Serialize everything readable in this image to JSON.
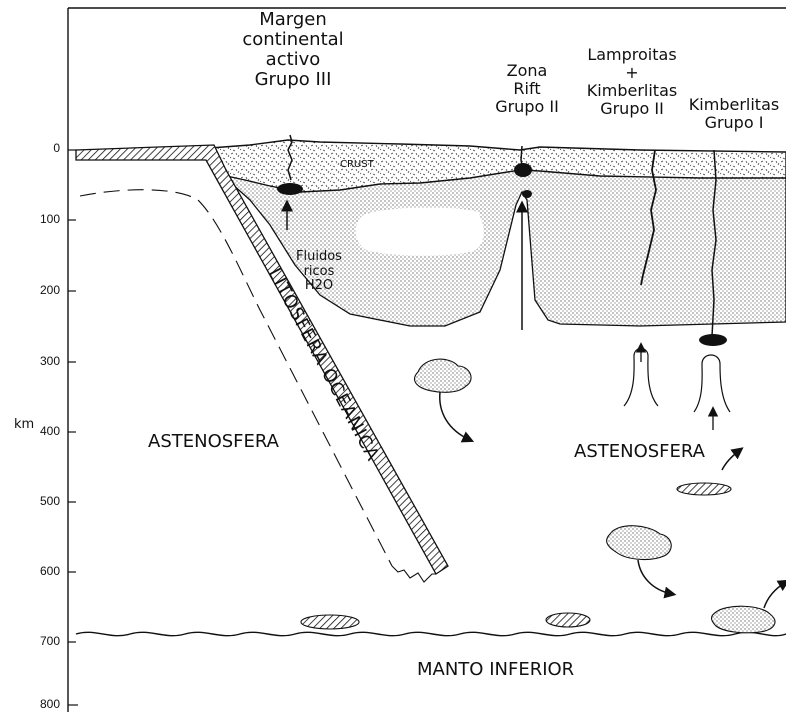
{
  "labels": {
    "margen": [
      "Margen",
      "continental",
      "activo",
      "Grupo III"
    ],
    "zona": [
      "Zona",
      "Rift",
      "Grupo II"
    ],
    "lamproitas": [
      "Lamproitas",
      "+",
      "Kimberlitas",
      "Grupo II"
    ],
    "kimberlitas": [
      "Kimberlitas",
      "Grupo I"
    ],
    "fluidos": [
      "Fluidos",
      "ricos",
      "H2O"
    ],
    "crust": "CRUST",
    "litosfera": "LITOSFERA OCEANICA",
    "astenosfera_left": "ASTENOSFERA",
    "astenosfera_right": "ASTENOSFERA",
    "manto": "MANTO INFERIOR"
  },
  "axis": {
    "unit": "km",
    "ticks": [
      "0",
      "100",
      "200",
      "300",
      "400",
      "500",
      "600",
      "700",
      "800"
    ]
  },
  "colors": {
    "ink": "#111111",
    "stipple": "#bdbdbd"
  }
}
